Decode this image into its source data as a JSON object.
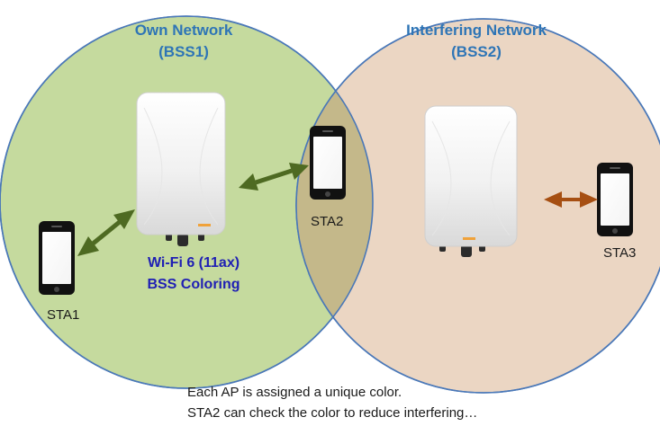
{
  "networks": {
    "own": {
      "title": "Own Network",
      "subtitle": "(BSS1)",
      "fill": "#c5da9e",
      "stroke": "#4a78b8"
    },
    "interfering": {
      "title": "Interfering Network",
      "subtitle": "(BSS2)",
      "fill": "#ebd6c3",
      "stroke": "#4a78b8"
    },
    "overlap_fill": "#c4b88a"
  },
  "feature": {
    "line1": "Wi-Fi 6 (11ax)",
    "line2": "BSS Coloring"
  },
  "stations": {
    "sta1": "STA1",
    "sta2": "STA2",
    "sta3": "STA3"
  },
  "arrows": {
    "own_color": "#4e6a22",
    "interfering_color": "#a64f12"
  },
  "caption": {
    "line1": "Each AP is assigned a unique color.",
    "line2": "STA2 can check the color to reduce interfering…"
  },
  "icons": {
    "access_point": "access-point-icon",
    "phone": "smartphone-icon"
  }
}
